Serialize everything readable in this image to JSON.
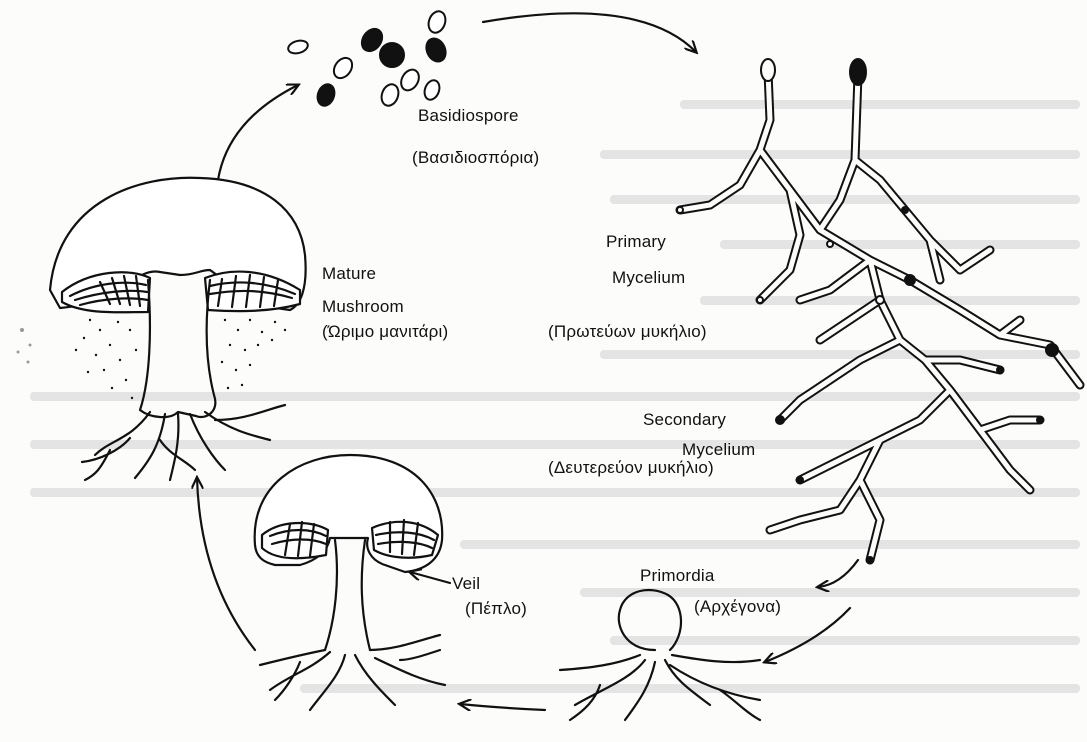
{
  "labels": {
    "basidiospore": "Basidiospore",
    "basidiospore_gr": "(Βασιδιοσπόρια)",
    "mature": "Mature",
    "mushroom": "Mushroom",
    "mushroom_gr": "(Ώριμο μανιτάρι)",
    "primary": "Primary",
    "primary_mycelium": "Mycelium",
    "primary_gr": "(Πρωτεύων μυκήλιο)",
    "secondary": "Secondary",
    "secondary_mycelium": "Mycelium",
    "secondary_gr": "(Δευτερεύον μυκήλιο)",
    "primordia": "Primordia",
    "primordia_gr": "(Αρχέγονα)",
    "veil": "Veil",
    "veil_gr": "(Πέπλο)"
  },
  "colors": {
    "ink": "#111111",
    "background": "#fcfcfb",
    "faded_text": "#d6d6d6"
  }
}
